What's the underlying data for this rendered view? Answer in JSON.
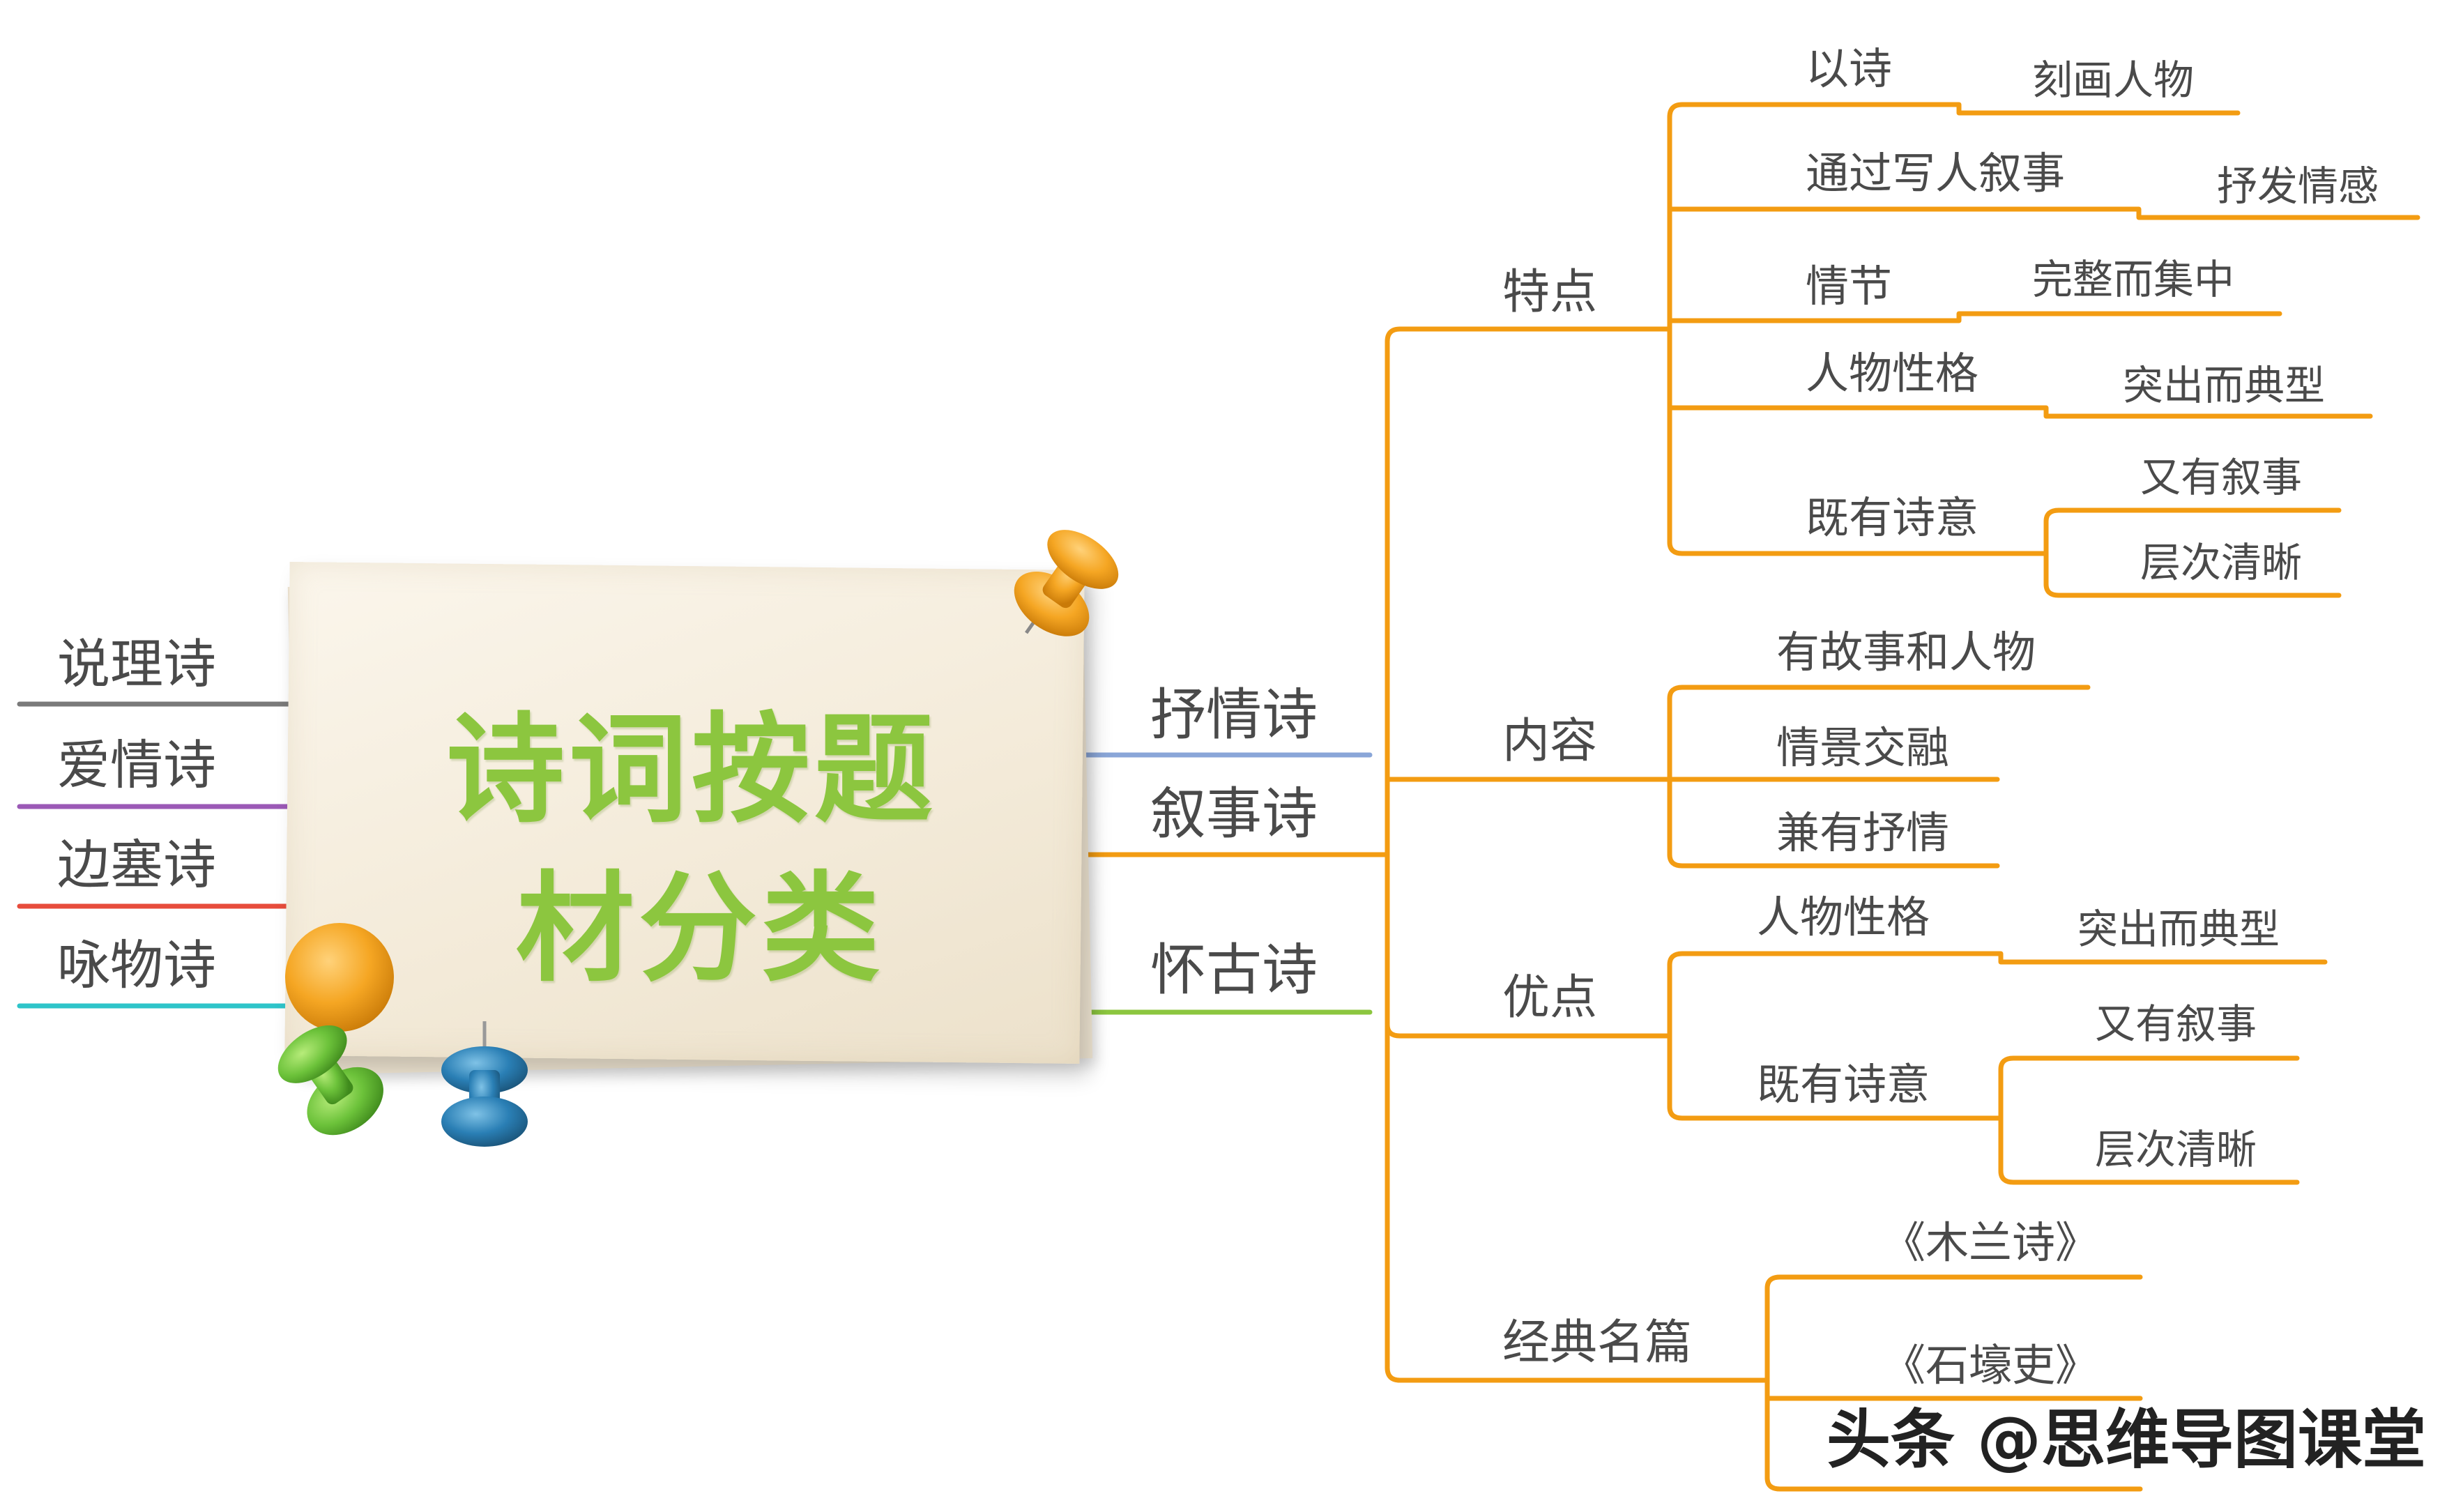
{
  "colors": {
    "orange": "#f39c12",
    "gray": "#7a7a7a",
    "purple": "#9b59b6",
    "red": "#e74c3c",
    "cyan": "#2ec4c9",
    "blue": "#8aa6d8",
    "green": "#8cc63f",
    "title": "#8cc63f",
    "text": "#4a4a4a"
  },
  "center": {
    "title_line1": "诗词按题",
    "title_line2": "材分类"
  },
  "left_topics": [
    {
      "label": "说理诗",
      "color": "#7a7a7a"
    },
    {
      "label": "爱情诗",
      "color": "#9b59b6"
    },
    {
      "label": "边塞诗",
      "color": "#e74c3c"
    },
    {
      "label": "咏物诗",
      "color": "#2ec4c9"
    }
  ],
  "right_topics": [
    {
      "label": "抒情诗",
      "color": "#8aa6d8"
    },
    {
      "label": "叙事诗",
      "color": "#f39c12"
    },
    {
      "label": "怀古诗",
      "color": "#8cc63f"
    }
  ],
  "narrative": {
    "features": {
      "label": "特点",
      "items": [
        {
          "label": "以诗",
          "leaves": [
            "刻画人物"
          ]
        },
        {
          "label": "通过写人叙事",
          "leaves": [
            "抒发情感"
          ]
        },
        {
          "label": "情节",
          "leaves": [
            "完整而集中"
          ]
        },
        {
          "label": "人物性格",
          "leaves": [
            "突出而典型"
          ]
        },
        {
          "label": "既有诗意",
          "leaves": [
            "又有叙事",
            "层次清晰"
          ]
        }
      ]
    },
    "content": {
      "label": "内容",
      "items": [
        "有故事和人物",
        "情景交融",
        "兼有抒情"
      ]
    },
    "merits": {
      "label": "优点",
      "items": [
        {
          "label": "人物性格",
          "leaves": [
            "突出而典型"
          ]
        },
        {
          "label": "既有诗意",
          "leaves": [
            "又有叙事",
            "层次清晰"
          ]
        }
      ]
    },
    "classics": {
      "label": "经典名篇",
      "items": [
        "《木兰诗》",
        "《石壕吏》"
      ]
    }
  },
  "pins": {
    "orange_pin": "pushpin-icon",
    "green_pin": "pushpin-icon",
    "blue_pin": "pushpin-icon"
  },
  "watermark": "头条 @思维导图课堂"
}
